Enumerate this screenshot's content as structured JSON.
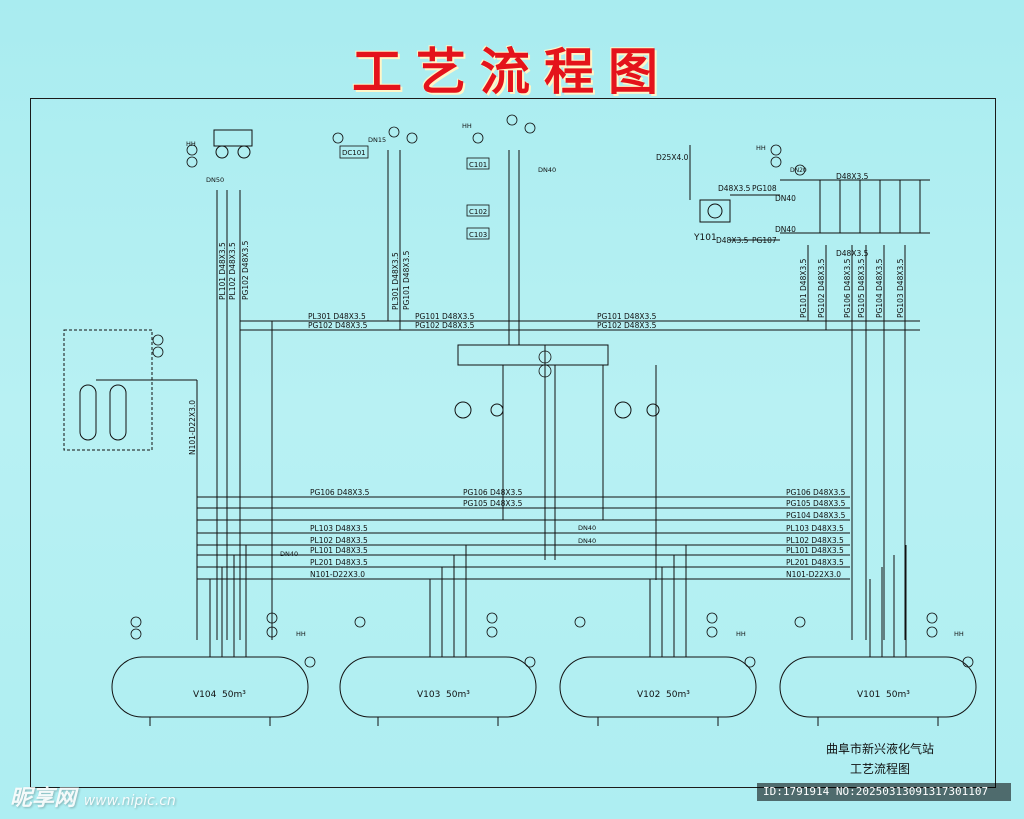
{
  "title": "工艺流程图",
  "vessels": [
    {
      "tag": "V104",
      "volume": "50m³"
    },
    {
      "tag": "V103",
      "volume": "50m³"
    },
    {
      "tag": "V102",
      "volume": "50m³"
    },
    {
      "tag": "V101",
      "volume": "50m³"
    }
  ],
  "header_lines_left": [
    "PL301 D48X3.5",
    "PG102 D48X3.5",
    "PG101 D48X3.5",
    "PG102 D48X3.5"
  ],
  "header_lines_right": [
    "PG101 D48X3.5",
    "PG102 D48X3.5"
  ],
  "vertical_labels": [
    "PL101 D48X3.5",
    "PL102 D48X3.5",
    "PG102 D48X3.5",
    "PL301 D48X3.5",
    "PG101 D48X3.5",
    "N101-D22X3.0",
    "PG101 D48X3.5",
    "PG102 D48X3.5",
    "PG106 D48X3.5",
    "PG105 D48X3.5",
    "PG104 D48X3.5",
    "PG103 D48X3.5"
  ],
  "manifold_lines": [
    "PG106 D48X3.5",
    "PG105 D48X3.5",
    "PL103 D48X3.5",
    "PL102 D48X3.5",
    "PL101 D48X3.5",
    "PL201 D48X3.5",
    "N101-D22X3.0"
  ],
  "manifold_right": [
    "PG106 D48X3.5",
    "PG105 D48X3.5",
    "PG104 D48X3.5",
    "PL103 D48X3.5",
    "PL102 D48X3.5",
    "PL101 D48X3.5",
    "PL201 D48X3.5",
    "N101-D22X3.0"
  ],
  "pump_labels": {
    "y101": "Y101",
    "pg108": "PG108",
    "pg107": "PG107",
    "d25": "D25X4.0",
    "d48a": "D48X3.5",
    "d48b": "D48X3.5",
    "d48c": "D48X3.5",
    "d48d": "D48X3.5",
    "dn40a": "DN40",
    "dn40b": "DN40",
    "dn20": "DN20"
  },
  "valve_boxes": [
    "C101",
    "C102",
    "C103",
    "DC101"
  ],
  "misc": {
    "dn15": "DN15",
    "dn40": "DN40",
    "dn50": "DN50",
    "hh": "HH"
  },
  "footer": {
    "line1": "曲阜市新兴液化气站",
    "line2": "工艺流程图"
  },
  "watermark": {
    "brand": "昵享网",
    "url": "www.nipic.cn",
    "id": "ID:1791914 NO:20250313091317301107"
  }
}
